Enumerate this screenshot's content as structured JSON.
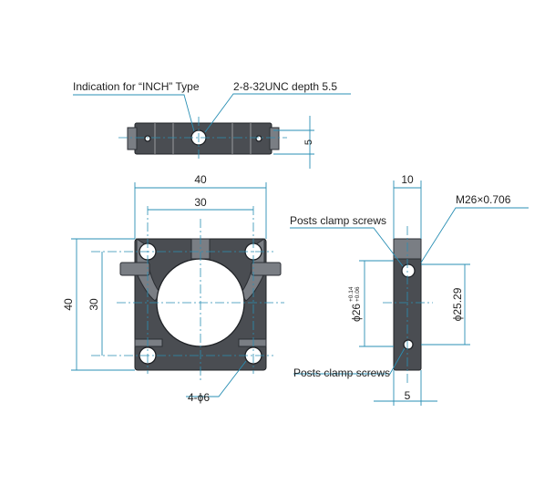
{
  "labels": {
    "inch_indication": "Indication for “INCH” Type",
    "thread_spec": "2-8-32UNC depth 5.5",
    "dim_top_height": "5",
    "dim_width_40": "40",
    "dim_width_30": "30",
    "dim_height_40": "40",
    "dim_height_30": "30",
    "dim_side_10": "10",
    "thread_m26": "M26×0.706",
    "posts_clamp_upper": "Posts clamp screws",
    "posts_clamp_lower": "Posts clamp screws",
    "bore_diameter_prefix": "ϕ26",
    "bore_tol_upper": "+0.14",
    "bore_tol_lower": "+0.06",
    "dim_diameter_2529": "ϕ25.29",
    "dim_side_5": "5",
    "holes_note": "4-ϕ6"
  },
  "colors": {
    "dimension_line": "#2a8fb4",
    "part_fill": "#4a4d52",
    "part_outline": "#1f2226"
  }
}
